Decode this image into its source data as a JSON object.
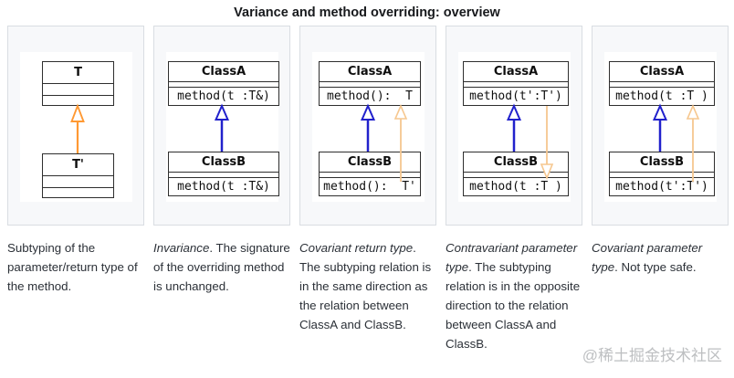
{
  "title": "Variance and method overriding: overview",
  "watermark": "@稀土掘金技术社区",
  "colors": {
    "inheritance_arrow": "#2121cc",
    "subtype_arrow": "#ff9933",
    "type_relation_arrow": "#f6c78f",
    "panel_background": "#f7f8fa",
    "panel_border": "#d9dde2",
    "box_border": "#2e2e2e"
  },
  "panels": [
    {
      "caption": {
        "italic": "",
        "rest": "Subtyping of the parameter/return type of the method."
      },
      "top_box": {
        "title": "T"
      },
      "bottom_box": {
        "title": "T'"
      },
      "arrows": [
        {
          "kind": "subtype",
          "direction": "up",
          "color": "#ff9933"
        }
      ]
    },
    {
      "caption": {
        "italic": "Invariance",
        "rest": ". The signature of the overriding method is unchanged."
      },
      "top_box": {
        "title": "ClassA",
        "method": "method(t :T&)"
      },
      "bottom_box": {
        "title": "ClassB",
        "method": "method(t :T&)"
      },
      "arrows": [
        {
          "kind": "inheritance",
          "direction": "up",
          "color": "#2121cc"
        }
      ]
    },
    {
      "caption": {
        "italic": "Covariant return type",
        "rest": ". The subtyping relation is in the same direction as the relation between ClassA and ClassB."
      },
      "top_box": {
        "title": "ClassA",
        "method": "method():  T"
      },
      "bottom_box": {
        "title": "ClassB",
        "method": "method():  T'"
      },
      "arrows": [
        {
          "kind": "inheritance",
          "direction": "up",
          "color": "#2121cc"
        },
        {
          "kind": "return-type-relation",
          "direction": "up",
          "color": "#f6c78f"
        }
      ]
    },
    {
      "caption": {
        "italic": "Contravariant parameter type",
        "rest": ". The subtyping relation is in the opposite direction to the relation between ClassA and ClassB."
      },
      "top_box": {
        "title": "ClassA",
        "method": "method(t':T')"
      },
      "bottom_box": {
        "title": "ClassB",
        "method": "method(t :T )"
      },
      "arrows": [
        {
          "kind": "inheritance",
          "direction": "up",
          "color": "#2121cc"
        },
        {
          "kind": "parameter-type-relation",
          "direction": "down",
          "color": "#f6c78f"
        }
      ]
    },
    {
      "caption": {
        "italic": "Covariant parameter type",
        "rest": ". Not type safe."
      },
      "top_box": {
        "title": "ClassA",
        "method": "method(t :T )"
      },
      "bottom_box": {
        "title": "ClassB",
        "method": "method(t':T')"
      },
      "arrows": [
        {
          "kind": "inheritance",
          "direction": "up",
          "color": "#2121cc"
        },
        {
          "kind": "parameter-type-relation",
          "direction": "up",
          "color": "#f6c78f"
        }
      ]
    }
  ]
}
